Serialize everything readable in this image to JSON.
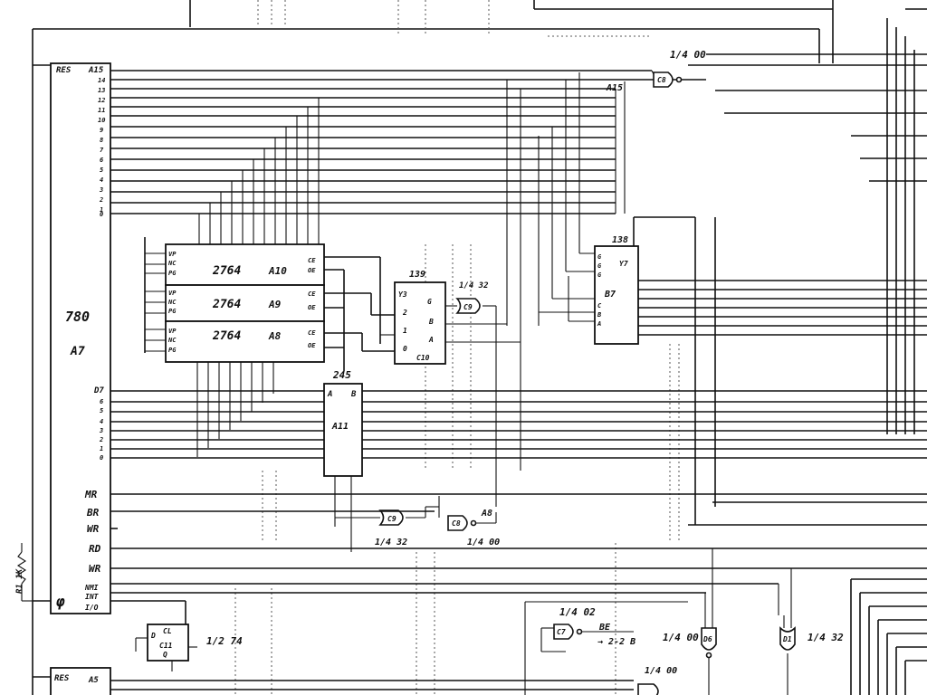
{
  "cpu": {
    "label": "780",
    "sublabel": "A7",
    "res_label": "RES",
    "addr_top_label": "A15",
    "addr_pins": [
      "14",
      "13",
      "12",
      "11",
      "10",
      "9",
      "8",
      "7",
      "6",
      "5",
      "4",
      "3",
      "2",
      "1",
      "0"
    ],
    "data_top_label": "D7",
    "data_pins": [
      "6",
      "5",
      "4",
      "3",
      "2",
      "1",
      "0"
    ],
    "control_signals": [
      "MR",
      "BR",
      "WR",
      "RD",
      "WR",
      "NMI",
      "INT",
      "I/O"
    ],
    "clock_symbol": "φ"
  },
  "eproms": [
    {
      "part": "2764",
      "ref": "A10"
    },
    {
      "part": "2764",
      "ref": "A9"
    },
    {
      "part": "2764",
      "ref": "A8"
    }
  ],
  "eprom_pins": [
    "VP",
    "NC",
    "PG"
  ],
  "eprom_pins_bottom": [
    "VP",
    "NC",
    "PG"
  ],
  "eprom_outputs": [
    "CE",
    "OE"
  ],
  "buffer": {
    "part": "245",
    "ref": "A11",
    "side_a": "A",
    "side_b": "B"
  },
  "decoder1": {
    "part": "139",
    "pins": [
      "Y3",
      "G",
      "2",
      "B",
      "1",
      "A",
      "0"
    ],
    "ref": "C10"
  },
  "decoder2": {
    "part": "138",
    "ref": "B7",
    "pins": [
      "Y7",
      "G",
      "G",
      "G",
      "C",
      "B",
      "A"
    ]
  },
  "gate_labels": {
    "c9_top": "C9",
    "c9_part": "1/4 32",
    "c8": "C8",
    "c8_part": "1/4 00",
    "c9_mid": "C9",
    "c9_mid_part": "1/4 32",
    "c8_mid": "C8",
    "c8_mid_part": "1/4 00",
    "c7": "C7",
    "c7_part": "1/4 02",
    "d6": "D6",
    "d6_part": "1/4 00",
    "d1": "D1",
    "d1_part": "1/4 32",
    "bottom_part": "1/4 00"
  },
  "flipflop": {
    "ref": "C11",
    "part": "1/2 74",
    "pins": [
      "D",
      "CL",
      "Q"
    ]
  },
  "resistor": {
    "label": "R1 1K"
  },
  "signals": {
    "be": "BE",
    "be_to": "→ 2-2 B",
    "a8": "A8",
    "a15": "A15"
  },
  "cpu2": {
    "res_label": "RES",
    "addr_label": "A5"
  }
}
